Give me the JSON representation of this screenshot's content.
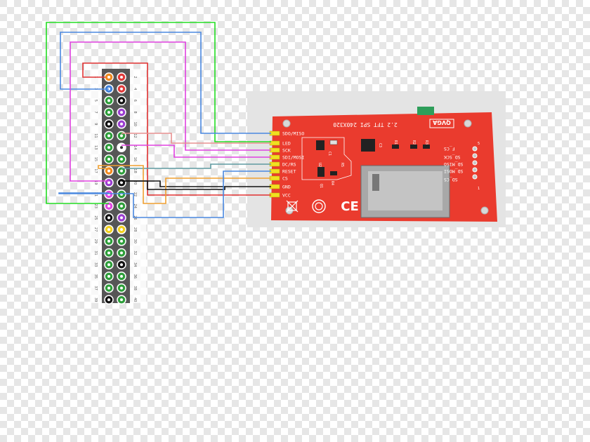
{
  "checker": {
    "light": "#ffffff",
    "dark": "#e6e6e6"
  },
  "header": {
    "body_color": "#565656",
    "left_numbers": [
      "1",
      "3",
      "5",
      "7",
      "9",
      "11",
      "13",
      "15",
      "17",
      "19",
      "21",
      "23",
      "25",
      "27",
      "29",
      "31",
      "33",
      "35",
      "37",
      "39"
    ],
    "right_numbers": [
      "2",
      "4",
      "6",
      "8",
      "10",
      "12",
      "14",
      "16",
      "18",
      "20",
      "22",
      "24",
      "26",
      "28",
      "30",
      "32",
      "34",
      "36",
      "38",
      "40"
    ],
    "left_pin_colors": [
      "#f08a20",
      "#3f7fd6",
      "#2e9e3a",
      "#2e9e3a",
      "#111111",
      "#2e9e3a",
      "#2e9e3a",
      "#2e9e3a",
      "#f08a20",
      "#9b3fd0",
      "#e048e0",
      "#e048e0",
      "#111111",
      "#f0d020",
      "#2e9e3a",
      "#2e9e3a",
      "#2e9e3a",
      "#2e9e3a",
      "#2e9e3a",
      "#111111"
    ],
    "right_pin_colors": [
      "#e03a3a",
      "#e03a3a",
      "#111111",
      "#9b3fd0",
      "#9b3fd0",
      "#2e9e3a",
      "#ffffff",
      "#2e9e3a",
      "#2e9e3a",
      "#111111",
      "#2e9e3a",
      "#2e9e3a",
      "#9b3fd0",
      "#f0d020",
      "#2e9e3a",
      "#2e9e3a",
      "#111111",
      "#2e9e3a",
      "#2e9e3a",
      "#2e9e3a"
    ]
  },
  "board": {
    "title": "2.2 TFT SPI 240X320",
    "brand": "QVGA",
    "color": "#ea3b2e",
    "pin_labels": [
      "SDO/MISO",
      "LED",
      "SCK",
      "SDI/MOSI",
      "DC/RS",
      "RESET",
      "CS",
      "GND",
      "VCC"
    ],
    "sd_labels": [
      "F_CS",
      "SD_SCK",
      "SD_MISO",
      "SD_MOSI",
      "SD_CS"
    ],
    "sd_pin_marks": [
      "5",
      "1"
    ],
    "component_labels": [
      "C1",
      "R1",
      "R2",
      "R3",
      "R4",
      "U2",
      "Q1",
      "C3",
      "R5"
    ],
    "cert_labels": [
      "CE"
    ]
  },
  "wires": {
    "colors": {
      "green": "#22dd22",
      "blue": "#4a88e0",
      "magenta": "#e040e0",
      "red": "#e03030",
      "pink": "#e89090",
      "teal": "#5f9aa0",
      "black": "#111111",
      "orange": "#f0a030"
    }
  }
}
